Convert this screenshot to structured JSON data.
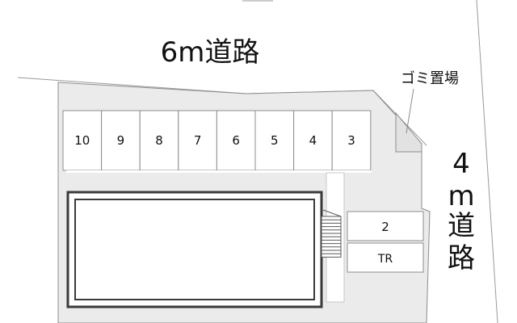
{
  "roads": {
    "north": "6m道路",
    "east_chars": [
      "4",
      "m",
      "道",
      "路"
    ]
  },
  "garbage_label": "ゴミ置場",
  "parking": {
    "top_row": [
      "10",
      "9",
      "8",
      "7",
      "6",
      "5",
      "4",
      "3"
    ],
    "right_space": "2",
    "transformer": "TR"
  },
  "colors": {
    "lot_fill": "#ebebeb",
    "slot_fill": "#ffffff",
    "outline": "#8c8c8c",
    "building_border": "#3a3a3a",
    "text": "#111111"
  }
}
